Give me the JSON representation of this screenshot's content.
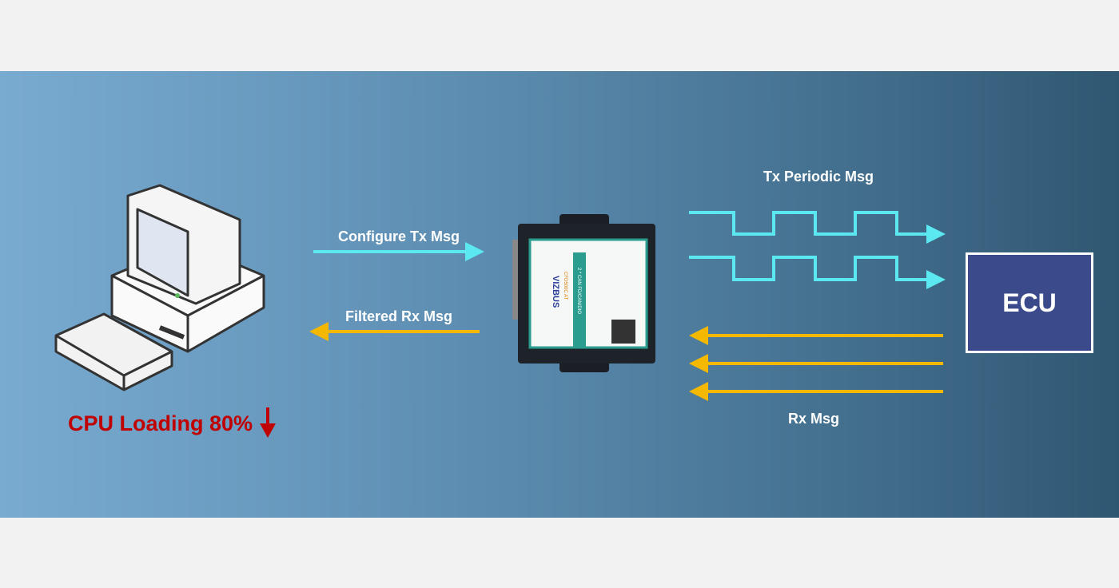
{
  "labels": {
    "configure_tx": "Configure Tx Msg",
    "filtered_rx": "Filtered Rx Msg",
    "tx_periodic": "Tx Periodic Msg",
    "rx_msg": "Rx Msg",
    "cpu_loading": "CPU Loading 80%",
    "ecu": "ECU"
  },
  "device": {
    "brand": "VIZBUS",
    "model": "CFD500C AT",
    "subtitle": "2 * CAN FD/CAN/DIO"
  },
  "colors": {
    "tx": "#5ce8f0",
    "rx": "#f5b800",
    "cpu": "#c00000",
    "ecu": "#3b4a8a"
  }
}
